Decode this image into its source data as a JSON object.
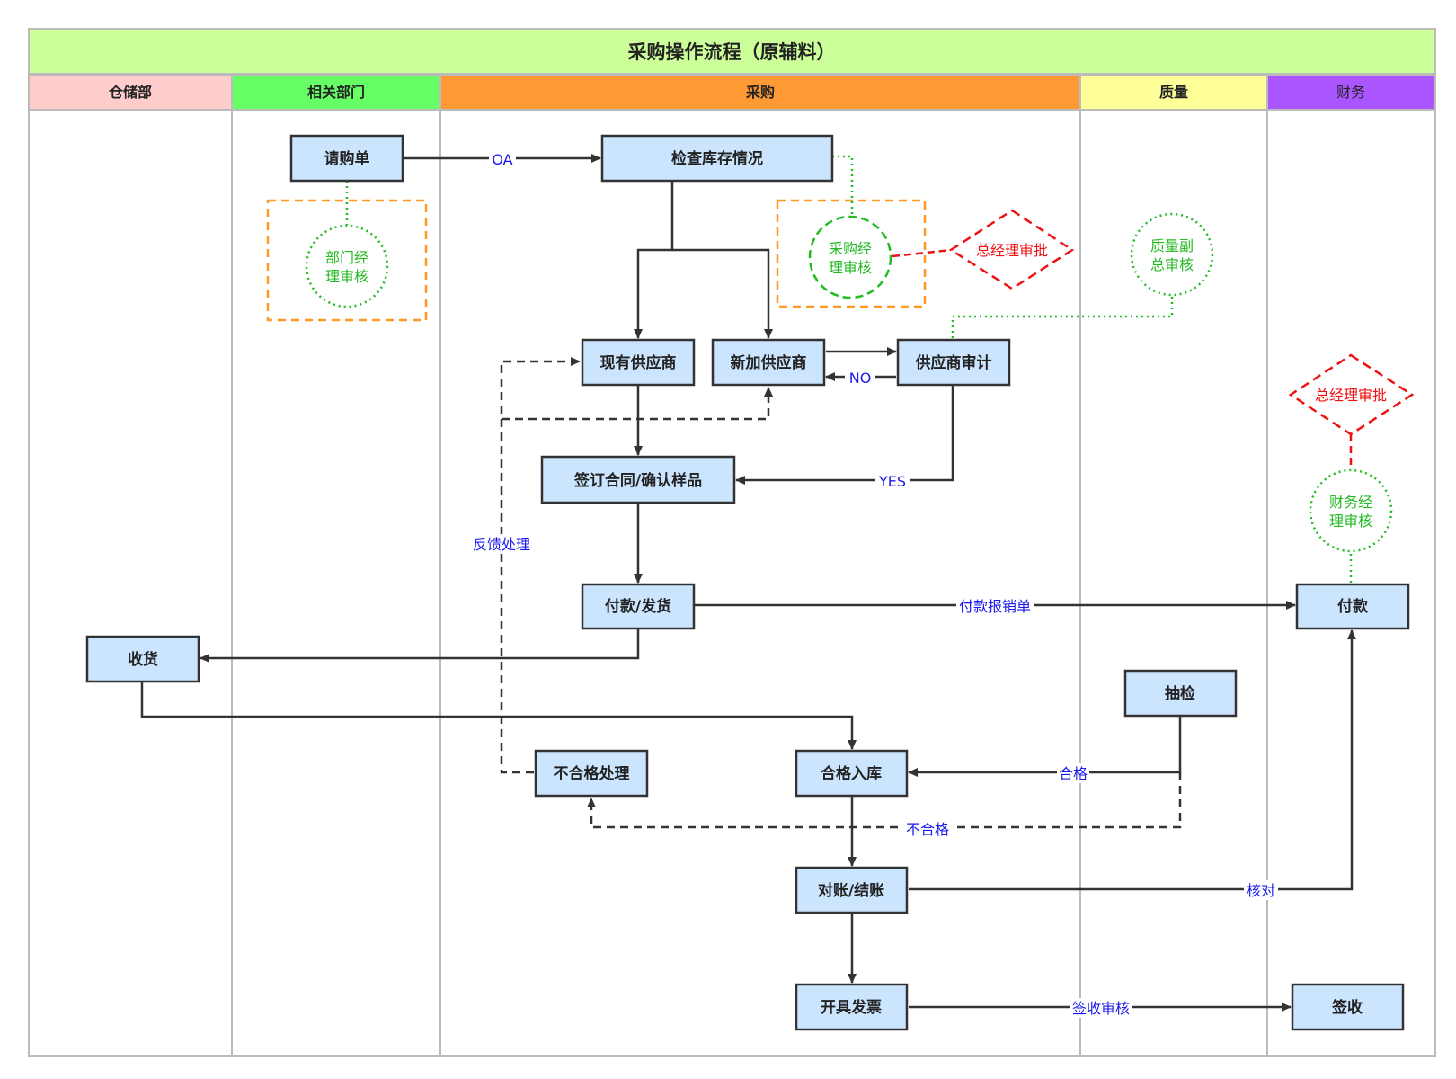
{
  "title": "采购操作流程（原辅料）",
  "lanes": {
    "warehouse": "仓储部",
    "related": "相关部门",
    "purchasing": "采购",
    "quality": "质量",
    "finance": "财务"
  },
  "colors": {
    "title_bg": "#ccff99",
    "lane_warehouse": "#ffcccc",
    "lane_related": "#66ff66",
    "lane_purchasing": "#ff9933",
    "lane_quality": "#ffff99",
    "lane_finance": "#aa55ff",
    "node_fill": "#cce5ff",
    "green": "#22bb22",
    "red": "#ee1111",
    "orange": "#ff9922",
    "edge_label": "#1a1aee"
  },
  "nodes": {
    "requisition": "请购单",
    "check_stock": "检查库存情况",
    "existing_supplier": "现有供应商",
    "new_supplier": "新加供应商",
    "supplier_audit": "供应商审计",
    "sign_contract": "签订合同/确认样品",
    "pay_ship": "付款/发货",
    "receive": "收货",
    "payment": "付款",
    "sampling": "抽检",
    "unqualified": "不合格处理",
    "qualified_storage": "合格入库",
    "reconcile": "对账/结账",
    "invoice": "开具发票",
    "sign_receipt": "签收"
  },
  "reviews": {
    "dept_manager": [
      "部门经",
      "理审核"
    ],
    "purchase_manager": [
      "采购经",
      "理审核"
    ],
    "quality_vp": [
      "质量副",
      "总审核"
    ],
    "finance_manager": [
      "财务经",
      "理审核"
    ],
    "gm_approval_1": "总经理审批",
    "gm_approval_2": "总经理审批"
  },
  "edge_labels": {
    "oa": "OA",
    "no": "NO",
    "yes": "YES",
    "feedback": "反馈处理",
    "pay_reimburse": "付款报销单",
    "qualified": "合格",
    "not_qualified": "不合格",
    "verify": "核对",
    "sign_review": "签收审核"
  }
}
